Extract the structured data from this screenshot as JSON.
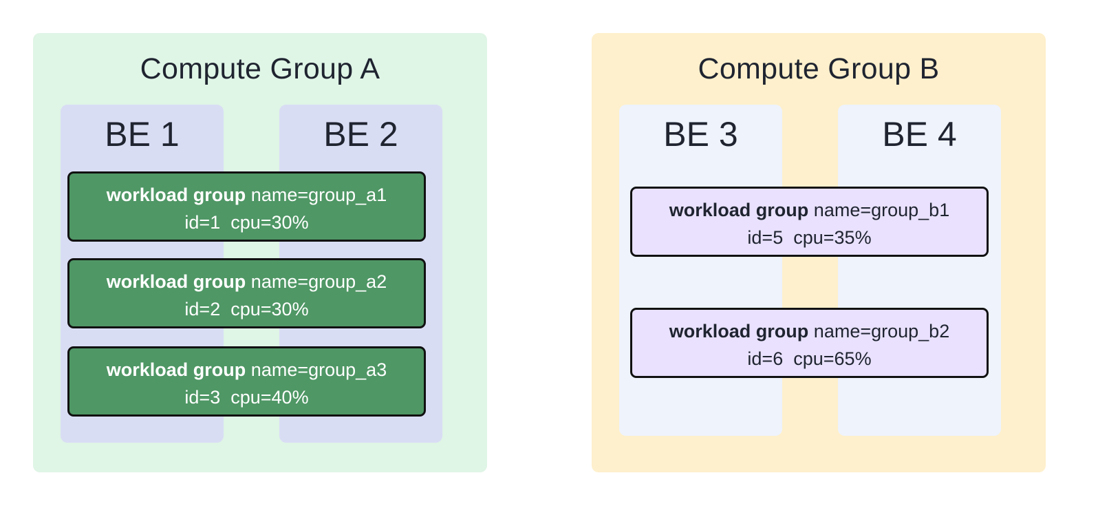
{
  "compute_groups": [
    {
      "title": "Compute Group A",
      "color": "#dff5e6",
      "backends": [
        "BE 1",
        "BE 2"
      ],
      "backend_color": "#d9ddf4",
      "workload_groups": [
        {
          "label": "workload group",
          "name": "name=group_a1",
          "id": "id=1",
          "cpu": "cpu=30%",
          "color": "#4f9765"
        },
        {
          "label": "workload group",
          "name": "name=group_a2",
          "id": "id=2",
          "cpu": "cpu=30%",
          "color": "#4f9765"
        },
        {
          "label": "workload group",
          "name": "name=group_a3",
          "id": "id=3",
          "cpu": "cpu=40%",
          "color": "#4f9765"
        }
      ]
    },
    {
      "title": "Compute Group B",
      "color": "#fef0cc",
      "backends": [
        "BE 3",
        "BE 4"
      ],
      "backend_color": "#eef3fc",
      "workload_groups": [
        {
          "label": "workload group",
          "name": "name=group_b1",
          "id": "id=5",
          "cpu": "cpu=35%",
          "color": "#e9e1fd"
        },
        {
          "label": "workload group",
          "name": "name=group_b2",
          "id": "id=6",
          "cpu": "cpu=65%",
          "color": "#e9e1fd"
        }
      ]
    }
  ]
}
